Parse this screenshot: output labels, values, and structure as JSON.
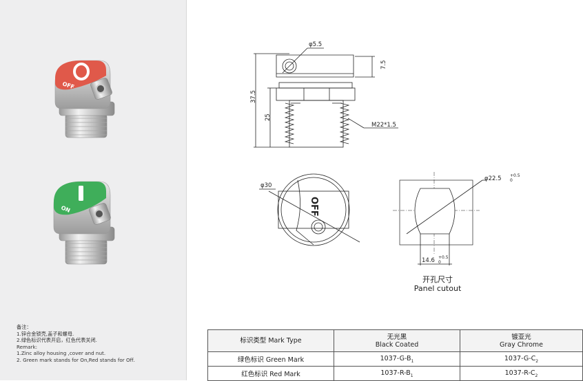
{
  "products": {
    "off": {
      "label": "OFF",
      "color": "#e0594a"
    },
    "on": {
      "label": "ON",
      "color": "#3fae5a"
    }
  },
  "notes": {
    "title_cn": "备注：",
    "line1_cn": "1.锌合金锁壳,盖子和螺母.",
    "line2_cn": "2.绿色标识代表开启，红色代表关闭.",
    "remark_label": "Remark:",
    "line1_en": "1.Zinc alloy housing ,cover and nut.",
    "line2_en": "2. Green mark stands for On,Red stands for Off."
  },
  "dimensions": {
    "hole_dia": "φ5.5",
    "cap_height": "7.5",
    "total_height": "37.5",
    "thread_length": "25",
    "thread": "M22*1.5",
    "body_dia": "φ30",
    "dial_label": "OFF",
    "cutout_dia": "φ22.5",
    "cutout_dia_tol_upper": "+0.5",
    "cutout_dia_tol_lower": "0",
    "cutout_flat": "14.6",
    "cutout_flat_tol_upper": "+0.5",
    "cutout_flat_tol_lower": "0"
  },
  "cutout_caption": {
    "cn": "开孔尺寸",
    "en": "Panel cutout"
  },
  "table": {
    "headers": [
      {
        "cn": "标识类型 Mark Type",
        "en": ""
      },
      {
        "cn": "无光黑",
        "en": "Black Coated"
      },
      {
        "cn": "镀亚光",
        "en": "Gray Chrome"
      }
    ],
    "rows": [
      {
        "mark": "绿色标识 Green Mark",
        "black_base": "1037-G-B",
        "black_sub": "1",
        "chrome_base": "1037-G-C",
        "chrome_sub": "2"
      },
      {
        "mark": "红色标识 Red Mark",
        "black_base": "1037-R-B",
        "black_sub": "1",
        "chrome_base": "1037-R-C",
        "chrome_sub": "2"
      }
    ]
  }
}
